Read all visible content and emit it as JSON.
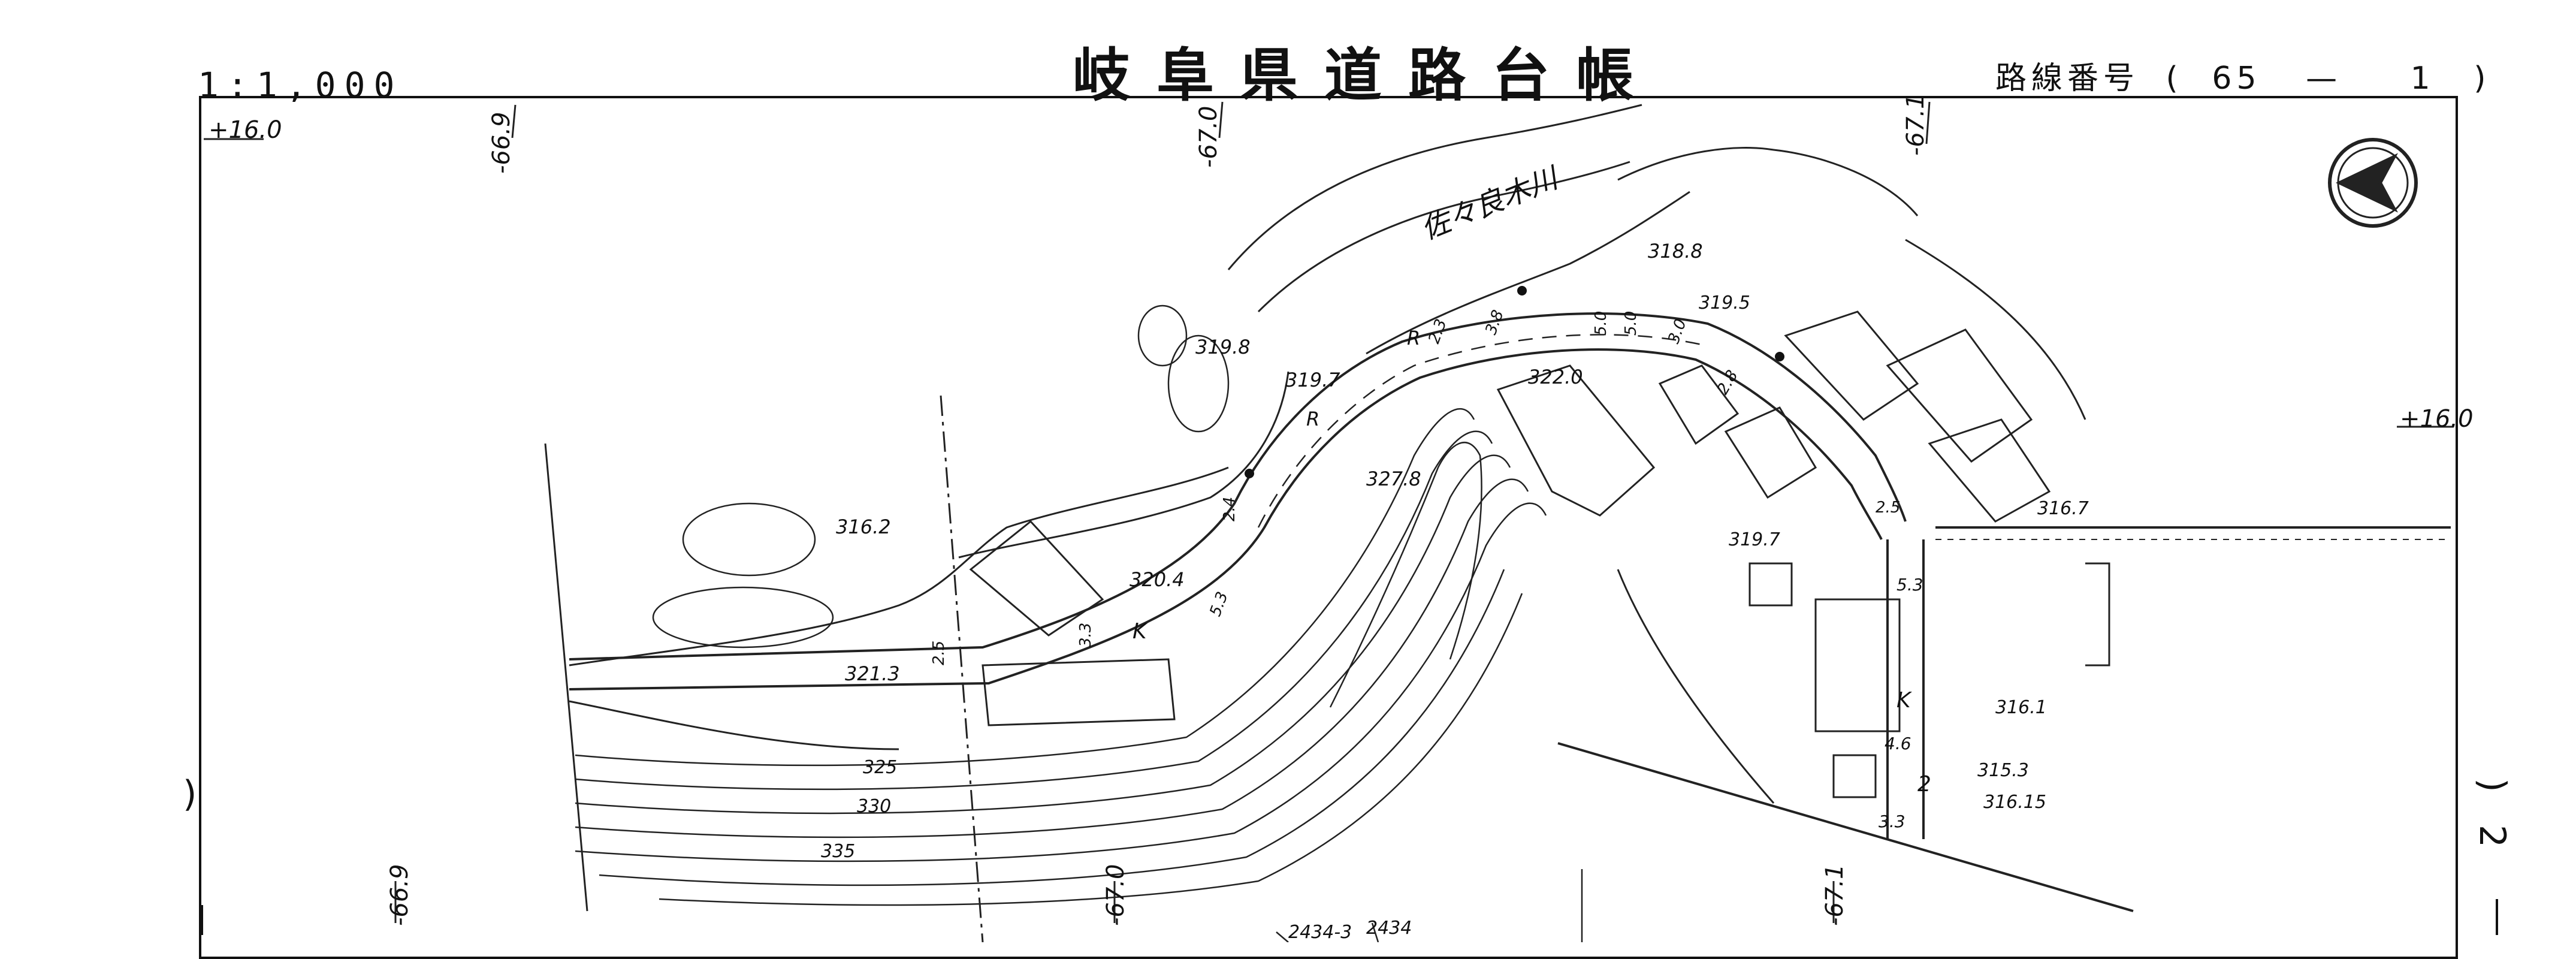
{
  "header": {
    "scale": "1:1,000",
    "title": "岐阜県道路台帳",
    "route_label": "路線番号",
    "route_open": "(",
    "route_num": "65",
    "route_dash": "—",
    "route_sub": "1",
    "route_close": ")"
  },
  "grid_marks": {
    "top_left": "+16.0",
    "right": "+16.0",
    "top_a": "-66.9",
    "top_b": "-67.0",
    "top_c": "-67.1",
    "bottom_a": "-66.9",
    "bottom_b": "-67.0",
    "bottom_c": "-67.1"
  },
  "river_name": "佐々良木川",
  "elevations": [
    "319.8",
    "319.7",
    "322.0",
    "318.8",
    "319.5",
    "327.8",
    "316.2",
    "320.4",
    "321.3",
    "319.7",
    "316.7",
    "316.1",
    "315.3",
    "316.15"
  ],
  "contour_labels": [
    "325",
    "330",
    "335"
  ],
  "road_letters": [
    "R",
    "R",
    "K",
    "K",
    "2"
  ],
  "widths": [
    "3.8",
    "2.3",
    "5.0",
    "5.0",
    "3.0",
    "2.8",
    "2.5",
    "5.3",
    "4.6",
    "3.3",
    "3.3",
    "2.5",
    "5.3",
    "2.4"
  ],
  "parcels": [
    "2434-3",
    "2434"
  ],
  "side_marks": {
    "left_paren": ")",
    "right_paren": ")",
    "right_num": "2"
  }
}
